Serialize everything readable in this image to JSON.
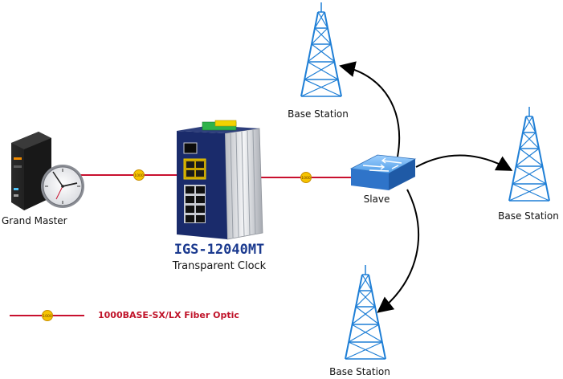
{
  "nodes": {
    "grand_master": "Grand Master",
    "transparent_clock_model": "IGS-12040MT",
    "transparent_clock_role": "Transparent Clock",
    "slave": "Slave",
    "base_station_top": "Base Station",
    "base_station_right": "Base Station",
    "base_station_bottom": "Base Station"
  },
  "link_badge": "1000",
  "legend": {
    "fiber_label": "1000BASE-SX/LX Fiber Optic"
  },
  "colors": {
    "fiber": "#c8102e",
    "badge": "#f6c400",
    "switch_front": "#1a2b6b",
    "slave_switch": "#3e86d8",
    "tower": "#1f7fd6"
  }
}
